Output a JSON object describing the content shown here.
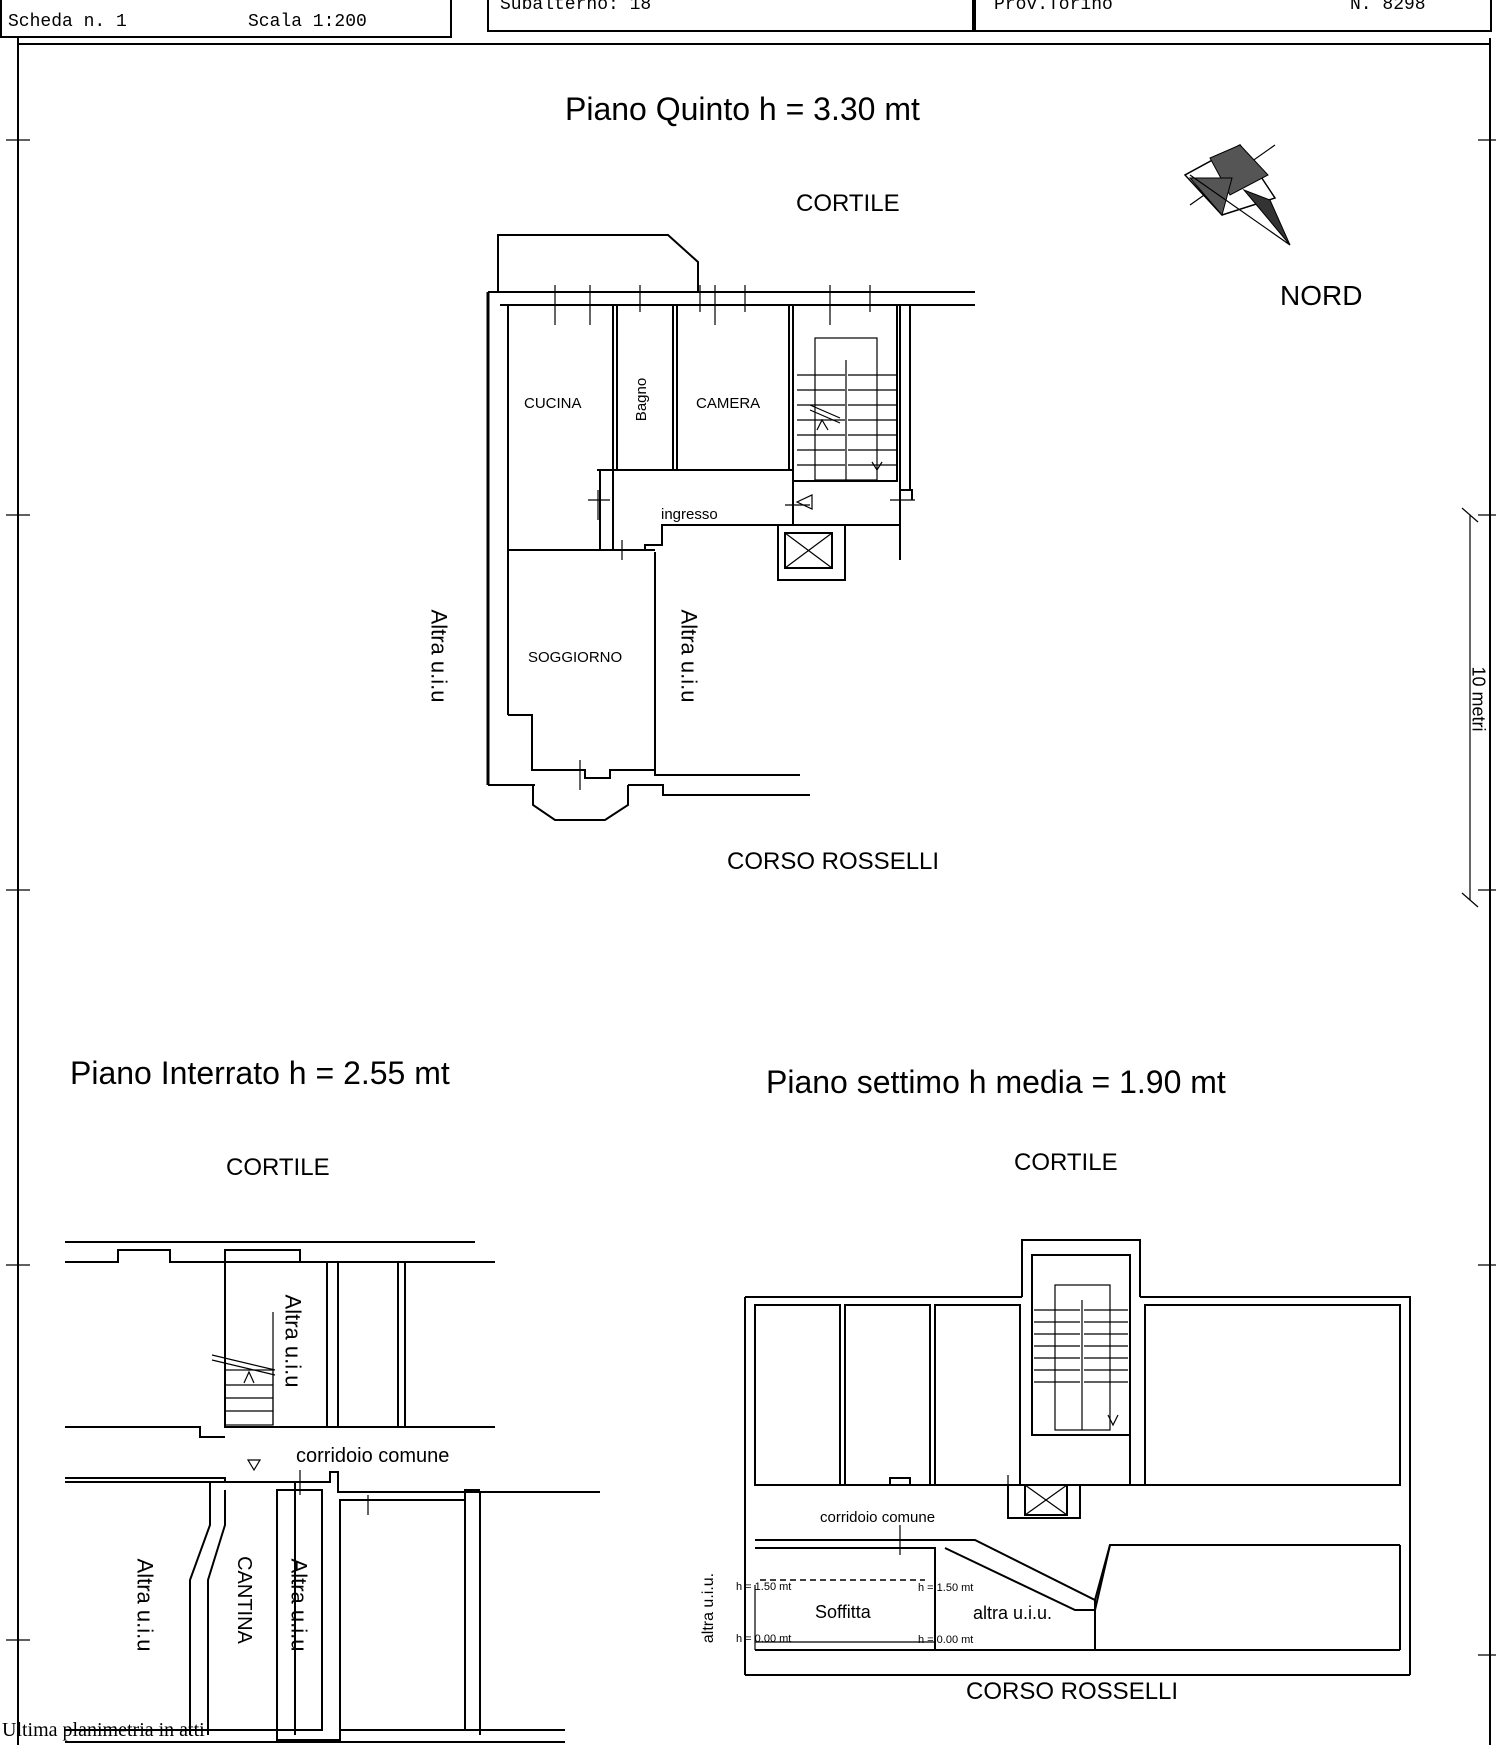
{
  "header": {
    "scheda": "Scheda n. 1",
    "scala": "Scala 1:200",
    "subalterno": "Subalterno: 18",
    "prov": "Prov.Torino",
    "numero": "N. 8298"
  },
  "piano_quinto": {
    "title": "Piano Quinto   h =  3.30  mt",
    "cortile": "CORTILE",
    "nord": "NORD",
    "street": "CORSO ROSSELLI",
    "rooms": {
      "cucina": "CUCINA",
      "bagno": "Bagno",
      "camera": "CAMERA",
      "ingresso": "ingresso",
      "soggiorno": "SOGGIORNO",
      "altra_left": "Altra u.i.u",
      "altra_right": "Altra u.i.u"
    }
  },
  "piano_interrato": {
    "title": "Piano Interrato   h =  2.55  mt",
    "cortile": "CORTILE",
    "rooms": {
      "altra_top": "Altra u.i.u",
      "corridoio": "corridoio comune",
      "altra_left": "Altra u.i.u",
      "cantina": "CANTINA",
      "altra_right": "Altra u.i.u"
    }
  },
  "piano_settimo": {
    "title": "Piano settimo    h   media =  1.90  mt",
    "cortile": "CORTILE",
    "street": "CORSO ROSSELLI",
    "rooms": {
      "corridoio": "corridoio comune",
      "soffitta": "Soffitta",
      "altra": "altra u.i.u.",
      "altra_left": "altra u.i.u."
    },
    "heights": {
      "h150_a": "h = 1.50 mt",
      "h150_b": "h = 1.50 mt",
      "h000_a": "h = 0.00 mt",
      "h000_b": "h = 0.00 mt"
    }
  },
  "scale_bar": "10 metri",
  "footer": "Ultima planimetria in atti"
}
